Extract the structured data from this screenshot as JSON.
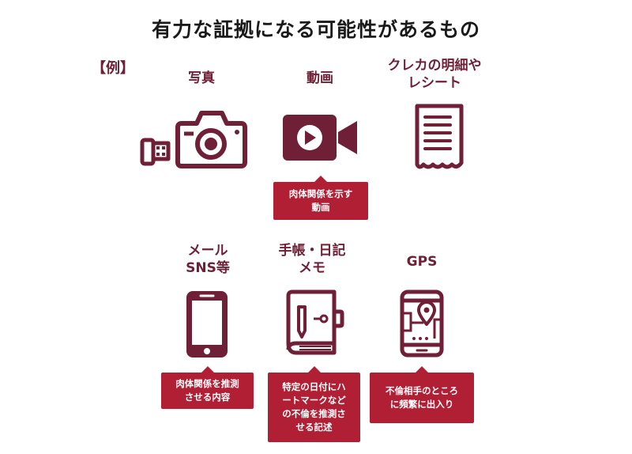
{
  "title": "有力な証拠になる可能性があるもの",
  "example_label": "【例】",
  "colors": {
    "icon": "#6f1f36",
    "callout": "#b11f35",
    "title": "#1a1a1a"
  },
  "items": [
    {
      "label": [
        "写真"
      ],
      "icon": "camera-icon"
    },
    {
      "label": [
        "動画"
      ],
      "icon": "video-camera-icon",
      "note": [
        "肉体関係を示す",
        "動画"
      ]
    },
    {
      "label": [
        "クレカの明細や",
        "レシート"
      ],
      "icon": "receipt-icon"
    },
    {
      "label": [
        "メール",
        "SNS等"
      ],
      "icon": "smartphone-icon",
      "note": [
        "肉体関係を推測",
        "させる内容"
      ]
    },
    {
      "label": [
        "手帳・日記",
        "メモ"
      ],
      "icon": "notebook-icon",
      "note": [
        "特定の日付にハ",
        "ートマークなど",
        "の不倫を推測さ",
        "せる記述"
      ]
    },
    {
      "label": [
        "GPS"
      ],
      "icon": "gps-map-icon",
      "note": [
        "不倫相手のところ",
        "に頻繁に出入り"
      ]
    }
  ]
}
